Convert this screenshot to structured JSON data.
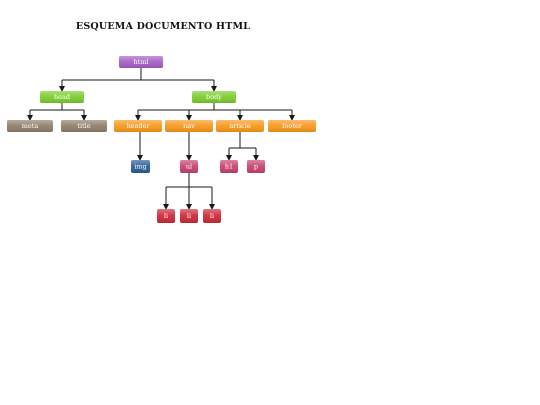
{
  "title": "ESQUEMA DOCUMENTO HTML",
  "colors": {
    "connector": "#1a1a1a",
    "purple": "#a55fc4",
    "green": "#7ccc2e",
    "brown": "#8f7f69",
    "orange": "#f7981c",
    "blue": "#2c5d97",
    "pink": "#c8436e",
    "red": "#cc2a37"
  },
  "nodes": {
    "html": "html",
    "head": "head",
    "body": "body",
    "meta": "meta",
    "title": "title",
    "header": "header",
    "nav": "nav",
    "article": "article",
    "footer": "footer",
    "img": "img",
    "ul": "ul",
    "h1": "h1",
    "p": "p",
    "li1": "li",
    "li2": "li",
    "li3": "li"
  }
}
